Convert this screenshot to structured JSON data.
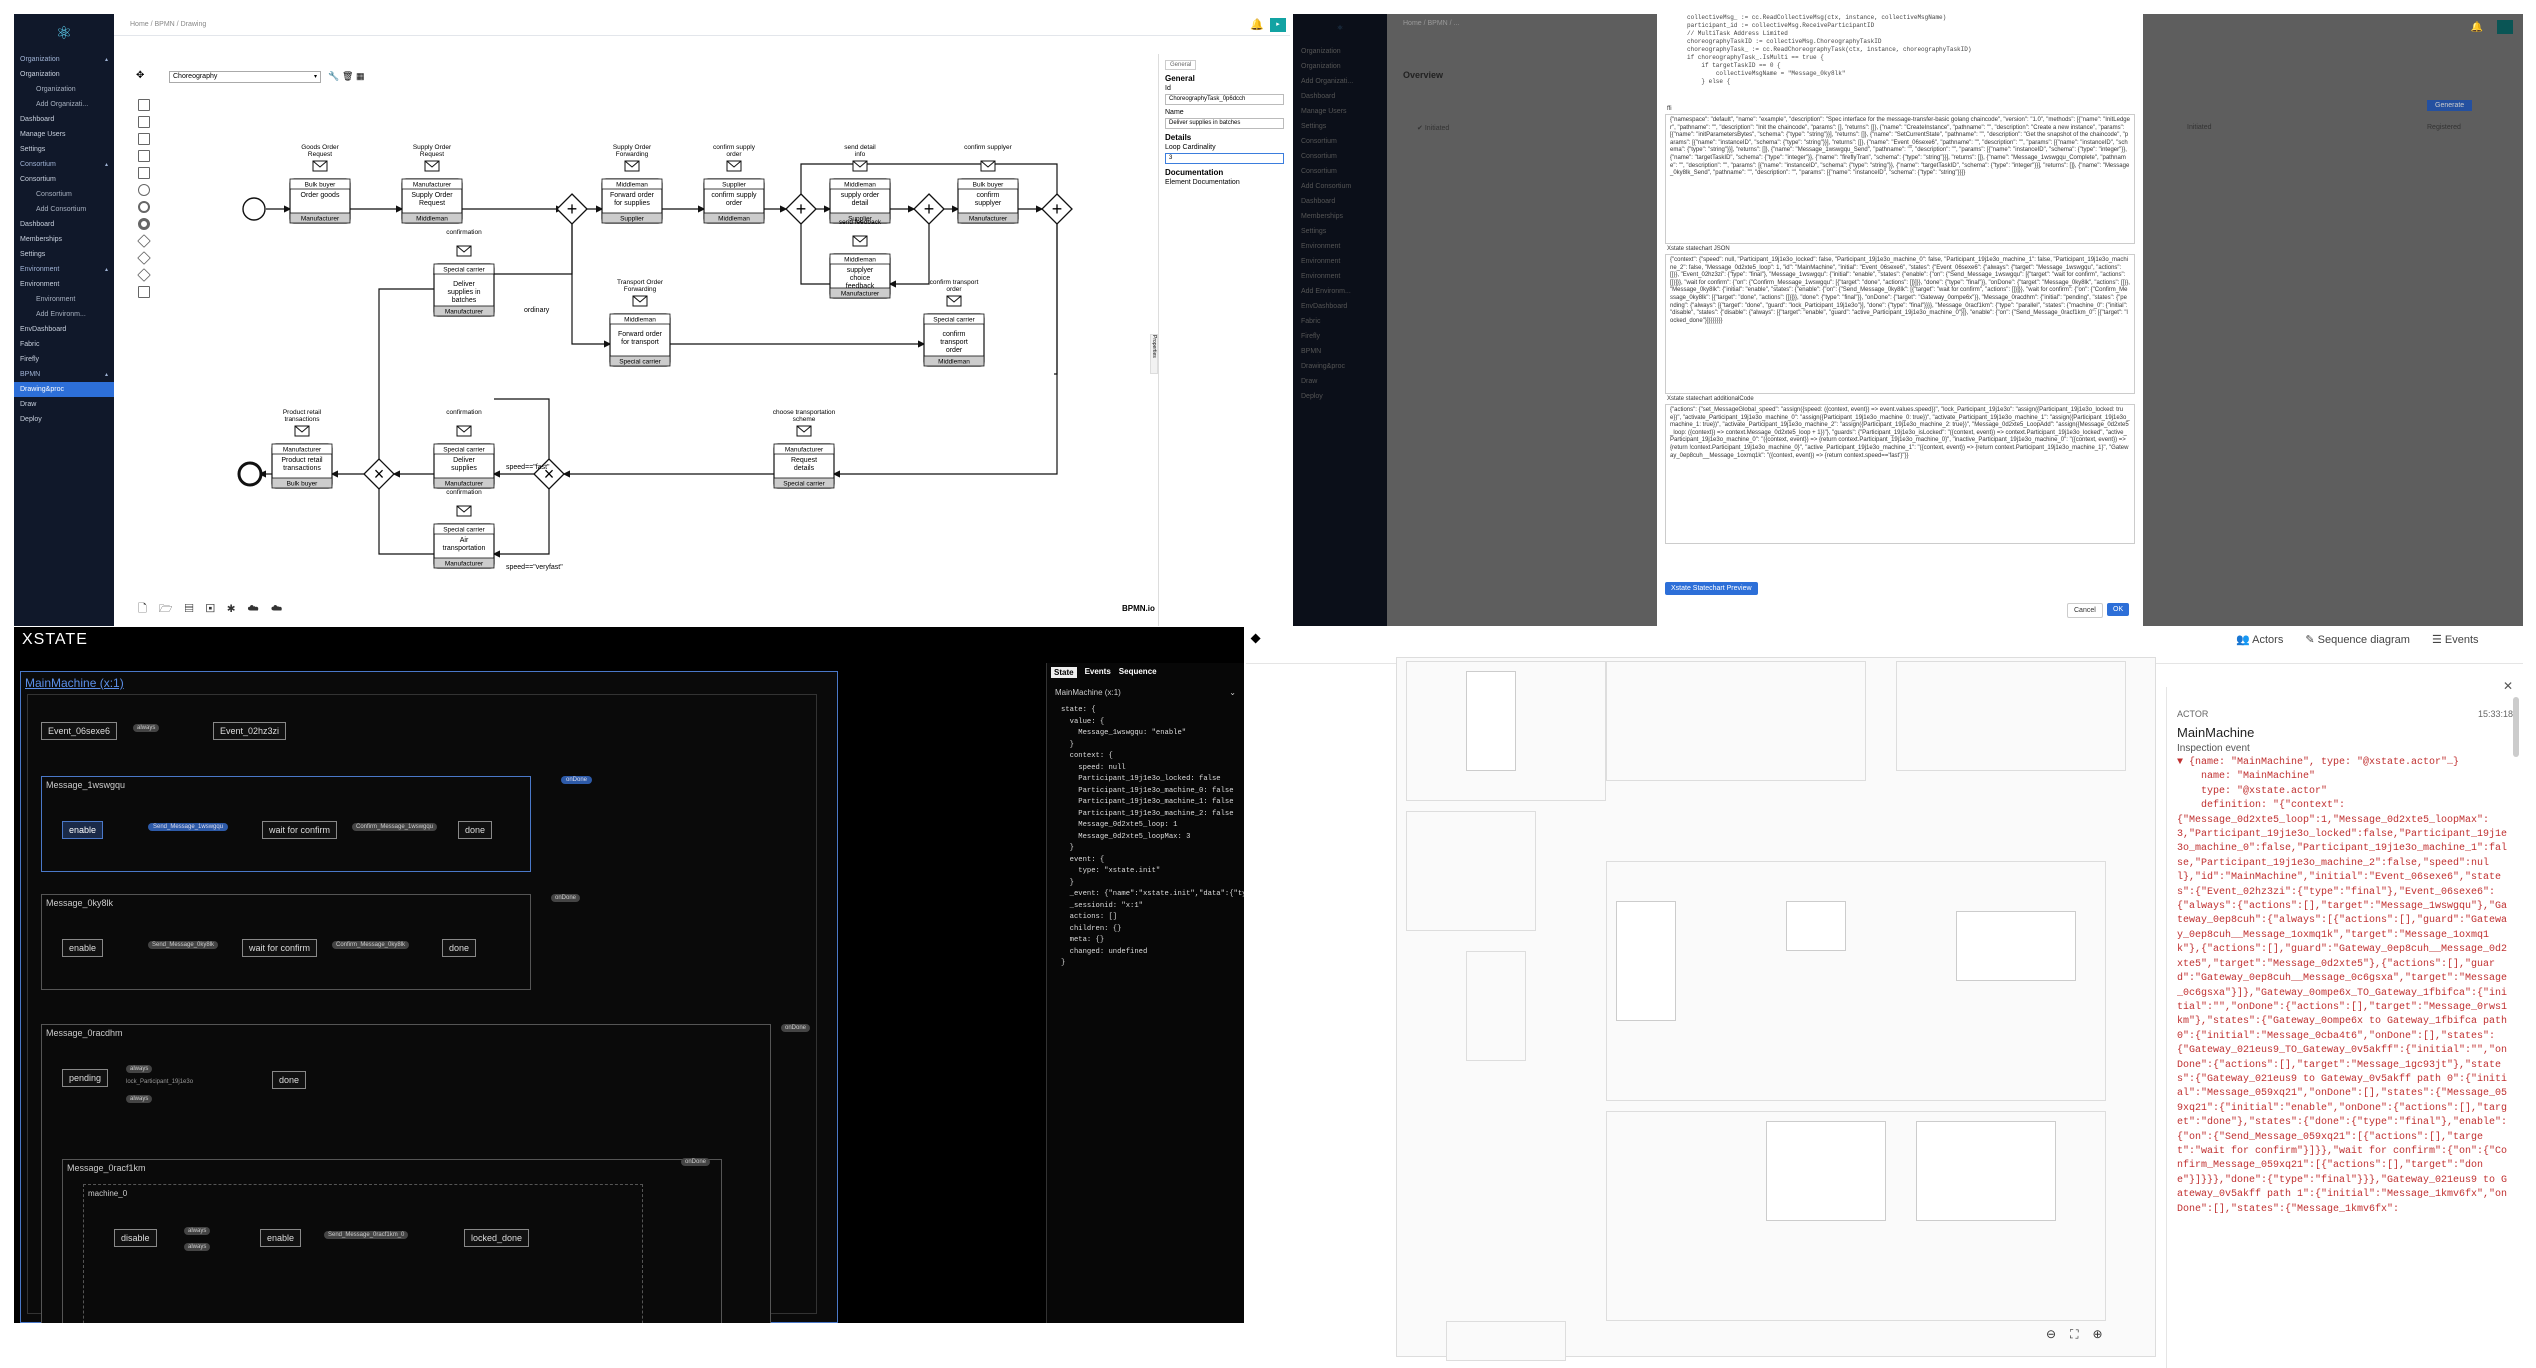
{
  "bpmn_editor": {
    "sidebar": [
      {
        "label": "Organization",
        "type": "h"
      },
      {
        "label": "Organization",
        "type": "it"
      },
      {
        "label": "Organization",
        "type": "sub"
      },
      {
        "label": "Add Organizati...",
        "type": "sub"
      },
      {
        "label": "Dashboard",
        "type": "it"
      },
      {
        "label": "Manage Users",
        "type": "it"
      },
      {
        "label": "Settings",
        "type": "it"
      },
      {
        "label": "Consortium",
        "type": "h"
      },
      {
        "label": "Consortium",
        "type": "it"
      },
      {
        "label": "Consortium",
        "type": "sub"
      },
      {
        "label": "Add Consortium",
        "type": "sub"
      },
      {
        "label": "Dashboard",
        "type": "it"
      },
      {
        "label": "Memberships",
        "type": "it"
      },
      {
        "label": "Settings",
        "type": "it"
      },
      {
        "label": "Environment",
        "type": "h"
      },
      {
        "label": "Environment",
        "type": "it"
      },
      {
        "label": "Environment",
        "type": "sub"
      },
      {
        "label": "Add Environm...",
        "type": "sub"
      },
      {
        "label": "EnvDashboard",
        "type": "it"
      },
      {
        "label": "Fabric",
        "type": "it"
      },
      {
        "label": "Firefly",
        "type": "it"
      },
      {
        "label": "BPMN",
        "type": "h"
      },
      {
        "label": "Drawing&proc",
        "type": "sel"
      },
      {
        "label": "Draw",
        "type": "it"
      },
      {
        "label": "Deploy",
        "type": "it"
      }
    ],
    "breadcrumb": "Home  /  BPMN  /  Drawing",
    "diagram_select": "Choreography",
    "watermark": "BPMN.io",
    "properties": {
      "tab": "General",
      "section_general": "General",
      "id_label": "Id",
      "id_value": "ChoreographyTask_0p6dcch",
      "name_label": "Name",
      "name_value": "Deliver supplies in batches",
      "details": "Details",
      "loop_label": "Loop Cardinality",
      "loop_value": "3",
      "doc": "Documentation",
      "doc_label": "Element Documentation",
      "side_tab": "Properties"
    },
    "tasks": [
      {
        "top": "Goods Order Request",
        "task": "Order goods",
        "part": "Manufacturer",
        "a": "Bulk buyer"
      },
      {
        "top": "Supply Order Request",
        "task": "Supply Order Request",
        "part": "Middleman",
        "a": "Manufacturer"
      },
      {
        "top": "Supply Order Forwarding",
        "task": "Forward order for supplies",
        "part": "Supplier",
        "a": "Middleman"
      },
      {
        "top": "confirm supply order",
        "task": "confirm supply order",
        "part": "Middleman",
        "a": "Supplier"
      },
      {
        "top": "send detail info",
        "task": "supply order detail",
        "part": "Supplier",
        "a": "Middleman"
      },
      {
        "top": "confirm supplyer",
        "task": "confirm supplyer",
        "part": "Manufacturer",
        "a": "Bulk buyer"
      },
      {
        "top": "send feedback",
        "task": "supplyer choice feedback",
        "part": "Manufacturer",
        "a": "Middleman"
      },
      {
        "top": "confirmation",
        "task": "Deliver supplies in batches",
        "part": "Manufacturer",
        "a": "Special carrier"
      },
      {
        "top": "Transport Order Forwarding",
        "task": "Forward order for transport",
        "part": "Special carrier",
        "a": "Middleman"
      },
      {
        "top": "confirm transport order",
        "task": "confirm transport order",
        "part": "Middleman",
        "a": "Special carrier"
      },
      {
        "top": "Product retail transactions",
        "task": "Product retail transactions",
        "part": "Bulk buyer",
        "a": "Manufacturer"
      },
      {
        "top": "confirmation",
        "task": "Deliver supplies",
        "part": "Manufacturer",
        "a": "Special carrier"
      },
      {
        "top": "choose transportation scheme",
        "task": "Request details",
        "part": "Special carrier",
        "a": "Manufacturer"
      },
      {
        "top": "confirmation",
        "task": "Air transportation",
        "part": "Manufacturer",
        "a": "Special carrier"
      }
    ],
    "flow_labels": {
      "speed_fast": "speed==\"fast\"",
      "speed_veryfast": "speed==\"veryfast\"",
      "ordinary": "ordinary"
    }
  },
  "code_view": {
    "breadcrumb": "Home  /  BPMN  /  ...",
    "overview": "Overview",
    "status_initiated": "Initiated",
    "status_initiated2": "Initiated",
    "status_registered": "Registered",
    "generate_btn": "Generate",
    "sidebar": [
      "Organization",
      "Organization",
      "Add Organizati...",
      "Dashboard",
      "Manage Users",
      "Settings",
      "Consortium",
      "Consortium",
      "Consortium",
      "Add Consortium",
      "Dashboard",
      "Memberships",
      "Settings",
      "Environment",
      "Environment",
      "Environment",
      "Add Environm...",
      "EnvDashboard",
      "Fabric",
      "Firefly",
      "BPMN",
      "Drawing&proc",
      "Draw",
      "Deploy"
    ],
    "code_top": "collectiveMsg_ := cc.ReadCollectiveMsg(ctx, instance, collectiveMsgName)\nparticipant_id := collectiveMsg.ReceiveParticipantID\n// MultiTask Address Limited\nchoreographyTaskID := collectiveMsg.ChoreographyTaskID\nchoreographyTask_ := cc.ReadChoreographyTask(ctx, instance, choreographyTaskID)\nif choreographyTask_.IsMulti == true {\n    if targetTaskID == 0 {\n        collectiveMsgName = \"Message_0ky8lk\"\n    } else {",
    "ffi_label": "ffi",
    "ffi_text": "{\"namespace\": \"default\", \"name\": \"example\", \"description\": \"Spec interface for the message-transfer-basic golang chaincode\", \"version\": \"1.0\", \"methods\": [{\"name\": \"InitLedger\", \"pathname\": \"\", \"description\": \"Init the chaincode\", \"params\": [], \"returns\": []}, {\"name\": \"CreateInstance\", \"pathname\": \"\", \"description\": \"Create a new instance\", \"params\": [{\"name\": \"initParametersBytes\", \"schema\": {\"type\": \"string\"}}], \"returns\": []}, {\"name\": \"SetCurrentState\", \"pathname\": \"\", \"description\": \"Get the snapshot of the chaincode\", \"params\": [{\"name\": \"instanceID\", \"schema\": {\"type\": \"string\"}}], \"returns\": []}, {\"name\": \"Event_06sexe6\", \"pathname\": \"\", \"description\": \"\", \"params\": [{\"name\": \"instanceID\", \"schema\": {\"type\": \"string\"}}], \"returns\": []}, {\"name\": \"Message_1wswgqu_Send\", \"pathname\": \"\", \"description\": \"\", \"params\": [{\"name\": \"instanceID\", \"schema\": {\"type\": \"integer\"}}, {\"name\": \"targetTaskID\", \"schema\": {\"type\": \"integer\"}}, {\"name\": \"fireflyTran\", \"schema\": {\"type\": \"string\"}}], \"returns\": []}, {\"name\": \"Message_1wswgqu_Complete\", \"pathname\": \"\", \"description\": \"\", \"params\": [{\"name\": \"instanceID\", \"schema\": {\"type\": \"string\"}}, {\"name\": \"targetTaskID\", \"schema\": {\"type\": \"integer\"}}], \"returns\": []}, {\"name\": \"Message_0ky8lk_Send\", \"pathname\": \"\", \"description\": \"\", \"params\": [{\"name\": \"instanceID\", \"schema\": {\"type\": \"string\"}}]}",
    "xstate_json_label": "Xstate statechart JSON",
    "xstate_json": "{\"context\": {\"speed\": null, \"Participant_19j1e3o_locked\": false, \"Participant_19j1e3o_machine_0\": false, \"Participant_19j1e3o_machine_1\": false, \"Participant_19j1e3o_machine_2\": false, \"Message_0d2xte5_loop\": 1, \"id\": \"MainMachine\", \"initial\": \"Event_06sexe6\", \"states\": {\"Event_06sexe6\": {\"always\": {\"target\": \"Message_1wswgqu\", \"actions\": []}}, \"Event_02hz3zi\": {\"type\": \"final\"}, \"Message_1wswgqu\": {\"initial\": \"enable\", \"states\": {\"enable\": {\"on\": {\"Send_Message_1wswgqu\": [{\"target\": \"wait for confirm\", \"actions\": []}]}}, \"wait for confirm\": {\"on\": {\"Confirm_Message_1wswgqu\": [{\"target\": \"done\", \"actions\": []}]}}, \"done\": {\"type\": \"final\"}}, \"onDone\": {\"target\": \"Message_0ky8lk\", \"actions\": []}}, \"Message_0ky8lk\": {\"initial\": \"enable\", \"states\": {\"enable\": {\"on\": {\"Send_Message_0ky8lk\": [{\"target\": \"wait for confirm\", \"actions\": []}]}}, \"wait for confirm\": {\"on\": {\"Confirm_Message_0ky8lk\": [{\"target\": \"done\", \"actions\": []}]}}, \"done\": {\"type\": \"final\"}}, \"onDone\": {\"target\": \"Gateway_0ompe6x\"}}, \"Message_0racdhm\": {\"initial\": \"pending\", \"states\": {\"pending\": {\"always\": [{\"target\": \"done\", \"guard\": \"lock_Participant_19j1e3o\"}], \"done\": {\"type\": \"final\"}}}}, \"Message_0racf1km\": {\"type\": \"parallel\", \"states\": {\"machine_0\": {\"initial\": \"disable\", \"states\": {\"disable\": {\"always\": [{\"target\": \"enable\", \"guard\": \"active_Participant_19j1e3o_machine_0\"}]}, \"enable\": {\"on\": {\"Send_Message_0racf1km_0\": [{\"target\": \"locked_done\"}]}}}}}}}",
    "additional_label": "Xstate statechart additionalCode",
    "additional_code": "{\"actions\": {\"set_MessageGlobal_speed\": \"assign({speed: ({context, event}) => event.values.speed})\", \"lock_Participant_19j1e3o\": \"assign({Participant_19j1e3o_locked: true})\", \"activate_Participant_19j1e3o_machine_0\": \"assign({Participant_19j1e3o_machine_0: true})\", \"activate_Participant_19j1e3o_machine_1\": \"assign({Participant_19j1e3o_machine_1: true})\", \"activate_Participant_19j1e3o_machine_2\": \"assign({Participant_19j1e3o_machine_2: true})\", \"Message_0d2xte5_LoopAdd\": \"assign({Message_0d2xte5_loop: ({context}) => context.Message_0d2xte5_loop + 1})\"}, \"guards\": {\"Participant_19j1e3o_isLocked\": \"({context, event}) => context.Participant_19j1e3o_locked\", \"active_Participant_19j1e3o_machine_0\": \"({context, event}) => {return context.Participant_19j1e3o_machine_0}\", \"inactive_Participant_19j1e3o_machine_0\": \"({context, event}) => {return !context.Participant_19j1e3o_machine_0}\", \"active_Participant_19j1e3o_machine_1\": \"({context, event}) => {return context.Participant_19j1e3o_machine_1}\", \"Gateway_0ep8cuh__Message_1oxmq1k\": \"({context, event}) => {return context.speed=='fast'}\"}}",
    "preview_btn": "Xstate Statechart Preview",
    "cancel_btn": "Cancel",
    "ok_btn": "OK"
  },
  "xstate_viz": {
    "logo": "XSTATE",
    "root": "MainMachine (x:1)",
    "tabs": [
      "State",
      "Events",
      "Sequence"
    ],
    "machine_select": "MainMachine (x:1)",
    "state_json": "state: {\n  value: {\n    Message_1wswgqu: \"enable\"\n  }\n  context: {\n    speed: null\n    Participant_19j1e3o_locked: false\n    Participant_19j1e3o_machine_0: false\n    Participant_19j1e3o_machine_1: false\n    Participant_19j1e3o_machine_2: false\n    Message_0d2xte5_loop: 1\n    Message_0d2xte5_loopMax: 3\n  }\n  event: {\n    type: \"xstate.init\"\n  }\n  _event: {\"name\":\"xstate.init\",\"data\":{\"type\"\n  _sessionid: \"x:1\"\n  actions: []\n  children: {}\n  meta: {}\n  changed: undefined\n}",
    "states": {
      "event1": "Event_06sexe6",
      "always": "always",
      "event2": "Event_02hz3zi",
      "m1": "Message_1wswgqu",
      "enable": "enable",
      "send1": "Send_Message_1wswgqu",
      "wait": "wait for confirm",
      "confirm1": "Confirm_Message_1wswgqu",
      "done": "done",
      "ondone": "onDone",
      "m2": "Message_0ky8lk",
      "send2": "Send_Message_0ky8lk",
      "confirm2": "Confirm_Message_0ky8lk",
      "m3": "Message_0racdhm",
      "pending": "pending",
      "guard": "lock_Participant_19j1e3o",
      "m4": "Message_0racf1km",
      "machine0": "machine_0",
      "disable": "disable",
      "send4": "Send_Message_0racf1km_0",
      "locked_done": "locked_done"
    }
  },
  "inspector": {
    "tabs": [
      "Actors",
      "Sequence diagram",
      "Events"
    ],
    "actor_label": "ACTOR",
    "time": "15:33:18",
    "name": "MainMachine",
    "event": "Inspection event",
    "json": "▼ {name: \"MainMachine\", type: \"@xstate.actor\"…}\n    name: \"MainMachine\"\n    type: \"@xstate.actor\"\n    definition: \"{\"context\":\n{\"Message_0d2xte5_loop\":1,\"Message_0d2xte5_loopMax\":3,\"Participant_19j1e3o_locked\":false,\"Participant_19j1e3o_machine_0\":false,\"Participant_19j1e3o_machine_1\":false,\"Participant_19j1e3o_machine_2\":false,\"speed\":null},\"id\":\"MainMachine\",\"initial\":\"Event_06sexe6\",\"states\":{\"Event_02hz3zi\":{\"type\":\"final\"},\"Event_06sexe6\":{\"always\":{\"actions\":[],\"target\":\"Message_1wswgqu\"},\"Gateway_0ep8cuh\":{\"always\":[{\"actions\":[],\"guard\":\"Gateway_0ep8cuh__Message_1oxmq1k\",\"target\":\"Message_1oxmq1k\"},{\"actions\":[],\"guard\":\"Gateway_0ep8cuh__Message_0d2xte5\",\"target\":\"Message_0d2xte5\"},{\"actions\":[],\"guard\":\"Gateway_0ep8cuh__Message_0c6gsxa\",\"target\":\"Message_0c6gsxa\"}]},\"Gateway_0ompe6x_TO_Gateway_1fbifca\":{\"initial\":\"\",\"onDone\":{\"actions\":[],\"target\":\"Message_0rws1km\"},\"states\":{\"Gateway_0ompe6x to Gateway_1fbifca path 0\":{\"initial\":\"Message_0cba4t6\",\"onDone\":[],\"states\":{\"Gateway_021eus9_TO_Gateway_0v5akff\":{\"initial\":\"\",\"onDone\":{\"actions\":[],\"target\":\"Message_1gc93jt\"},\"states\":{\"Gateway_021eus9 to Gateway_0v5akff path 0\":{\"initial\":\"Message_059xq21\",\"onDone\":[],\"states\":{\"Message_059xq21\":{\"initial\":\"enable\",\"onDone\":{\"actions\":[],\"target\":\"done\"},\"states\":{\"done\":{\"type\":\"final\"},\"enable\":{\"on\":{\"Send_Message_059xq21\":[{\"actions\":[],\"target\":\"wait for confirm\"}]}},\"wait for confirm\":{\"on\":{\"Confirm_Message_059xq21\":[{\"actions\":[],\"target\":\"done\"}]}}},\"done\":{\"type\":\"final\"}}},\"Gateway_021eus9 to Gateway_0v5akff path 1\":{\"initial\":\"Message_1kmv6fx\",\"onDone\":[],\"states\":{\"Message_1kmv6fx\":"
  },
  "colors": {
    "sidebar": "#10182a",
    "accent": "#2d6fd8",
    "teal": "#12a3a3"
  }
}
